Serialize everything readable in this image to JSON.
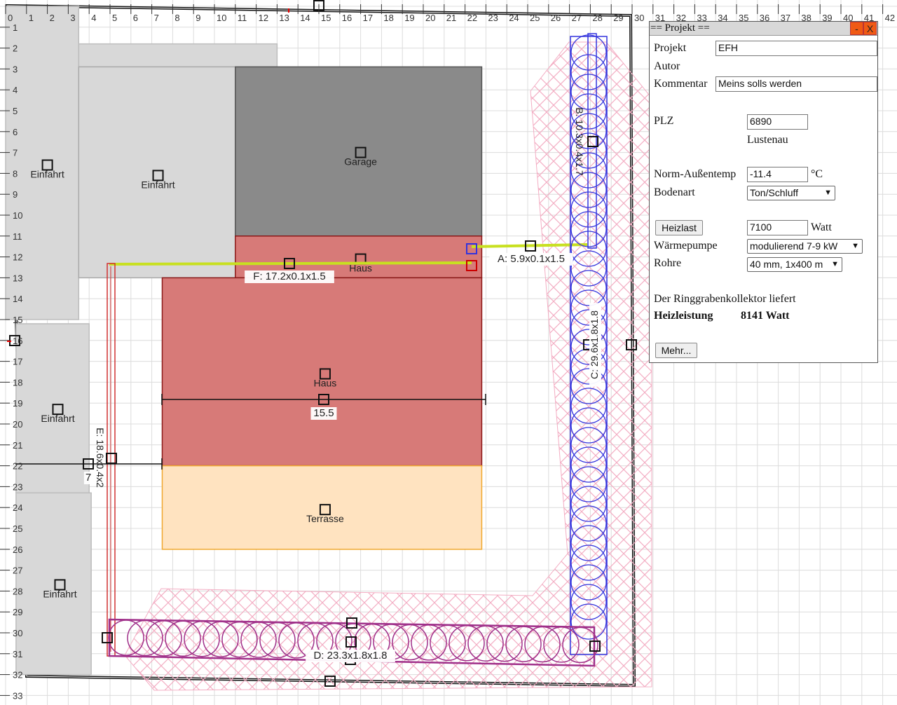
{
  "ruler": {
    "x_ticks": [
      "0",
      "1",
      "2",
      "3",
      "4",
      "5",
      "6",
      "7",
      "8",
      "9",
      "10",
      "11",
      "12",
      "13",
      "14",
      "15",
      "16",
      "17",
      "18",
      "19",
      "20",
      "21",
      "22",
      "23",
      "24",
      "25",
      "26",
      "27",
      "28",
      "29",
      "30",
      "31",
      "32",
      "33",
      "34",
      "35",
      "36",
      "37",
      "38",
      "39",
      "40",
      "41",
      "42"
    ],
    "y_ticks": [
      "1",
      "2",
      "3",
      "4",
      "5",
      "6",
      "7",
      "8",
      "9",
      "10",
      "11",
      "12",
      "13",
      "14",
      "15",
      "16",
      "17",
      "18",
      "19",
      "20",
      "21",
      "22",
      "23",
      "24",
      "25",
      "26",
      "27",
      "28",
      "29",
      "30",
      "31",
      "32",
      "33"
    ]
  },
  "plan": {
    "areas": [
      {
        "name": "driveway-top",
        "label": "",
        "x": [
          3.5,
          13
        ],
        "y": [
          1.8,
          2.9
        ],
        "fill": "#d8d8d8",
        "stroke": "#bdbdbd"
      },
      {
        "name": "driveway-left",
        "label": "Einfahrt",
        "x": [
          0,
          3.5
        ],
        "y": [
          0,
          15
        ],
        "fill": "#d8d8d8",
        "stroke": "#bdbdbd",
        "label_pos": [
          2,
          8.2
        ],
        "marker": [
          2,
          7.6
        ]
      },
      {
        "name": "driveway-main",
        "label": "Einfahrt",
        "x": [
          3.5,
          11
        ],
        "y": [
          2.9,
          13
        ],
        "fill": "#d8d8d8",
        "stroke": "#aaaaaa",
        "label_pos": [
          7.3,
          8.7
        ],
        "marker": [
          7.3,
          8.1
        ]
      },
      {
        "name": "driveway-lower-1",
        "label": "Einfahrt",
        "x": [
          0.5,
          4
        ],
        "y": [
          15.2,
          23.3
        ],
        "fill": "#d8d8d8",
        "stroke": "#bdbdbd",
        "label_pos": [
          2.5,
          19.9
        ],
        "marker": [
          2.5,
          19.3
        ]
      },
      {
        "name": "driveway-lower-2",
        "label": "Einfahrt",
        "x": [
          0.5,
          4.1
        ],
        "y": [
          23.3,
          32
        ],
        "fill": "#d8d8d8",
        "stroke": "#bdbdbd",
        "label_pos": [
          2.6,
          28.3
        ],
        "marker": [
          2.6,
          27.7
        ]
      },
      {
        "name": "garage",
        "label": "Garage",
        "x": [
          11,
          22.8
        ],
        "y": [
          2.9,
          11
        ],
        "fill": "#8a8a8a",
        "stroke": "#555555",
        "label_pos": [
          17,
          7.6
        ],
        "marker": [
          17,
          7
        ]
      },
      {
        "name": "house-top",
        "label": "Haus",
        "x": [
          11,
          22.8
        ],
        "y": [
          11,
          13
        ],
        "fill": "#d77a78",
        "stroke": "#8b1a1a",
        "label_pos": [
          17,
          12.7
        ],
        "marker": [
          17,
          12.1
        ]
      },
      {
        "name": "house",
        "label": "Haus",
        "x": [
          7.5,
          22.8
        ],
        "y": [
          13,
          22
        ],
        "fill": "#d77a78",
        "stroke": "#8b1a1a",
        "label_pos": [
          15.3,
          18.2
        ],
        "marker": [
          15.3,
          17.6
        ]
      },
      {
        "name": "terrace",
        "label": "Terrasse",
        "x": [
          7.5,
          22.8
        ],
        "y": [
          22,
          26
        ],
        "fill": "#ffe3c0",
        "stroke": "#f0a830",
        "label_pos": [
          15.3,
          24.7
        ],
        "marker": [
          15.3,
          24.1
        ]
      }
    ],
    "trenches": [
      {
        "name": "trench-a",
        "label": "A: 5.9x0.1x1.5",
        "color": "#c8e020"
      },
      {
        "name": "trench-b",
        "label": "B: 10.3x0.4x1.7",
        "color": "#3333dd"
      },
      {
        "name": "trench-c",
        "label": "C: 29.6x1.8x1.8",
        "color": "#3333dd"
      },
      {
        "name": "trench-d",
        "label": "D: 23.3x1.8x1.8",
        "color": "#a0308a"
      },
      {
        "name": "trench-e",
        "label": "E: 18.6x0.4x2",
        "color": "#d03030"
      },
      {
        "name": "trench-f",
        "label": "F: 17.2x0.1x1.5",
        "color": "#c8e020"
      }
    ],
    "dimensions": [
      {
        "name": "dimension-house-width",
        "label": "15.5"
      },
      {
        "name": "dimension-distance",
        "label": "7"
      }
    ]
  },
  "panel": {
    "title": "== Projekt ==",
    "minimize": "-",
    "close": "X",
    "projekt_label": "Projekt",
    "projekt_value": "EFH",
    "autor_label": "Autor",
    "kommentar_label": "Kommentar",
    "kommentar_value": "Meins solls werden",
    "plz_label": "PLZ",
    "plz_value": "6890",
    "ort": "Lustenau",
    "temp_label": "Norm-Außentemp",
    "temp_value": "-11.4",
    "temp_unit": "°C",
    "boden_label": "Bodenart",
    "boden_value": "Ton/Schluff",
    "heizlast_button": "Heizlast",
    "heizlast_value": "7100",
    "heizlast_unit": "Watt",
    "wp_label": "Wärmepumpe",
    "wp_value": "modulierend 7-9 kW",
    "rohre_label": "Rohre",
    "rohre_value": "40 mm, 1x400 m",
    "result_text": "Der Ringgrabenkollektor liefert",
    "result_label": "Heizleistung",
    "result_value": "8141 Watt",
    "more_button": "Mehr..."
  }
}
